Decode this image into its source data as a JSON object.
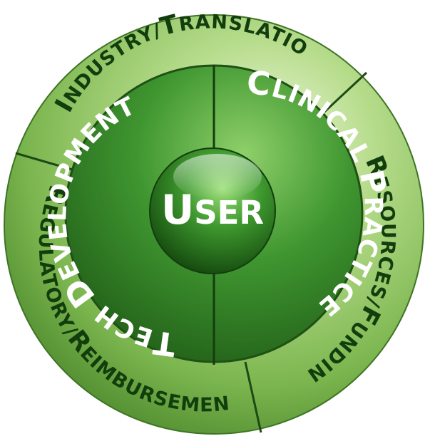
{
  "center": {
    "first": "U",
    "rest": "SER"
  },
  "inner_segments": [
    {
      "id": "tech",
      "first": "T",
      "rest": "ECH ",
      "first2": "D",
      "rest2": "EVELOPMENT"
    },
    {
      "id": "clinical",
      "first": "C",
      "rest": "LINICAL ",
      "first2": "P",
      "rest2": "RACTICE"
    }
  ],
  "outer_segments": [
    {
      "id": "industry",
      "first": "I",
      "rest": "NDUSTRY/",
      "first2": "T",
      "rest2": "RANSLATION"
    },
    {
      "id": "resources",
      "first": "R",
      "rest": "ESOURCES/",
      "first2": "F",
      "rest2": "UNDING"
    },
    {
      "id": "regulatory",
      "first": "R",
      "rest": "EGULATORY/",
      "first2": "R",
      "rest2": "EIMBURSEMENT"
    }
  ],
  "colors": {
    "outer_ring": "#8fc463",
    "outer_ring_light": "#dff0c4",
    "inner_ring": "#3d8a2c",
    "sphere": "#2f7a22",
    "divider": "#1d4a14"
  }
}
